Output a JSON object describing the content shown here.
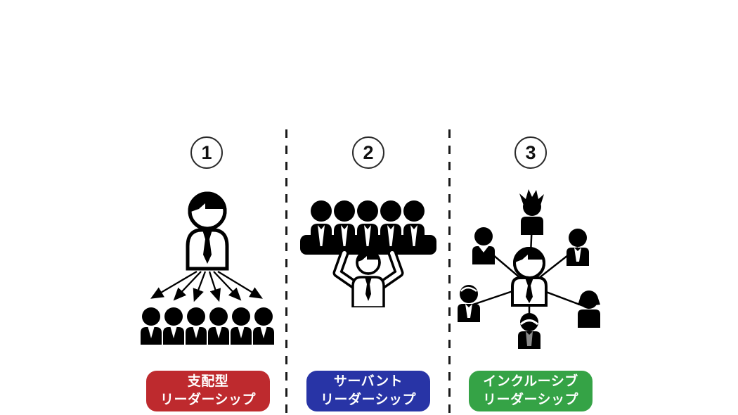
{
  "diagram": {
    "title": "leadership-styles-comparison",
    "panels": [
      {
        "number": "1",
        "label_line1": "支配型",
        "label_line2": "リーダーシップ",
        "label_color": "#be2a2e",
        "illustration": "top-down-leader-with-arrows-to-six-subordinates"
      },
      {
        "number": "2",
        "label_line1": "サーバント",
        "label_line2": "リーダーシップ",
        "label_color": "#2834a6",
        "illustration": "leader-lifting-bench-of-five-team-members"
      },
      {
        "number": "3",
        "label_line1": "インクルーシブ",
        "label_line2": "リーダーシップ",
        "label_color": "#35a346",
        "illustration": "central-leader-connected-to-six-diverse-members"
      }
    ],
    "colors": {
      "figure_black": "#000000",
      "background": "#ffffff",
      "divider": "#1a1a1a"
    }
  }
}
